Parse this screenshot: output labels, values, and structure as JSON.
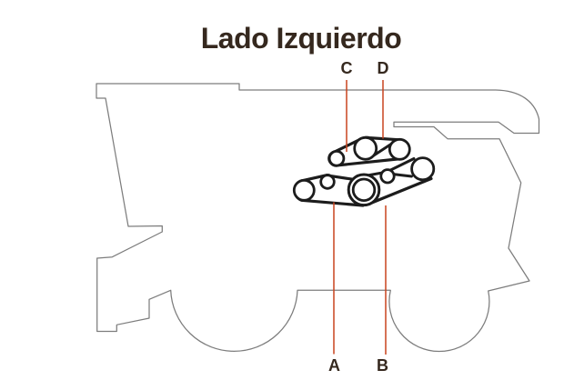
{
  "title": "Lado Izquierdo",
  "callouts": {
    "a": "A",
    "b": "B",
    "c": "C",
    "d": "D"
  },
  "colors": {
    "background": "#ffffff",
    "leader_red": "#c9441f",
    "outline_gray": "#7d7d7d",
    "belt_black": "#1c1c1c",
    "text_dark": "#35281e"
  }
}
